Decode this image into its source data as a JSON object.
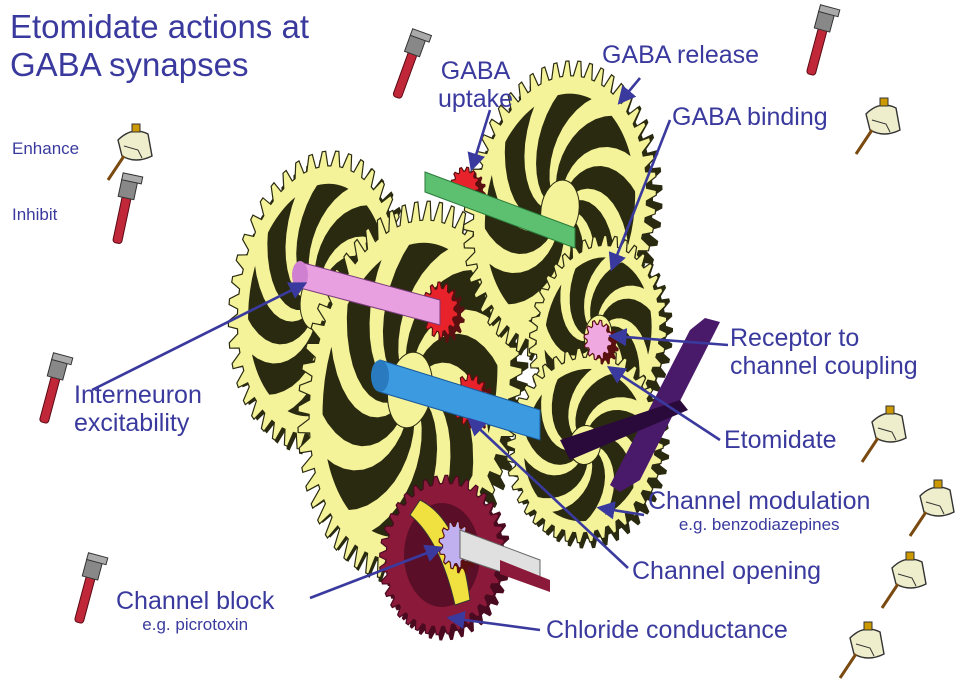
{
  "title": {
    "line1": "Etomidate actions at",
    "line2": "GABA synapses"
  },
  "legend": {
    "enhance": {
      "label": "Enhance",
      "icon": "oil-can-icon"
    },
    "inhibit": {
      "label": "Inhibit",
      "icon": "pipe-wrench-icon"
    }
  },
  "labels": {
    "gaba_uptake": {
      "line1": "GABA",
      "line2": "uptake"
    },
    "gaba_release": "GABA release",
    "gaba_binding": "GABA binding",
    "receptor_coupling": {
      "line1": "Receptor to",
      "line2": "channel coupling"
    },
    "etomidate": "Etomidate",
    "interneuron": {
      "line1": "Interneuron",
      "line2": "excitability"
    },
    "channel_modulation": {
      "line1": "Channel modulation",
      "line2": "e.g. benzodiazepines"
    },
    "channel_opening": "Channel opening",
    "channel_block": {
      "line1": "Channel block",
      "line2": "e.g. picrotoxin"
    },
    "chloride_conductance": "Chloride conductance"
  },
  "colors": {
    "text": "#3a3a9e",
    "gear_yellow": "#f4f39a",
    "gear_dark": "#2a2a10",
    "gear_maroon": "#8b1a3a",
    "gear_red": "#e8222a",
    "gear_pink": "#f0a8e0",
    "shaft_blue": "#3b9ae0",
    "shaft_pink": "#e8a0e0",
    "shaft_green": "#5cc070",
    "wrench_red": "#c0283a",
    "lever_purple": "#4a1a6a"
  }
}
